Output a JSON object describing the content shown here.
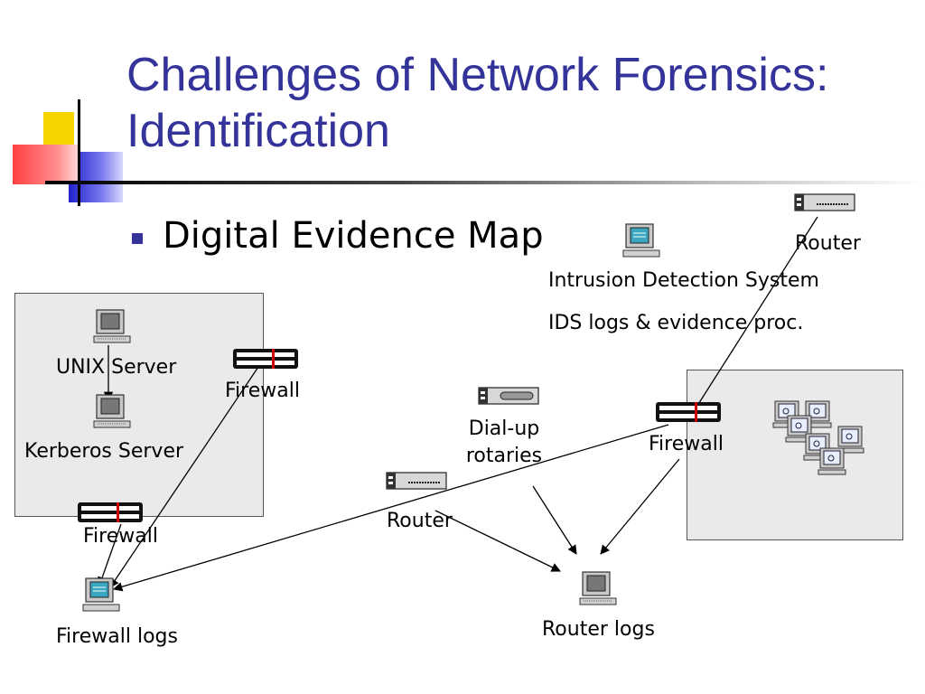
{
  "slide": {
    "title_line1": "Challenges of Network Forensics:",
    "title_line2": "Identification",
    "bullet": "Digital Evidence Map"
  },
  "labels": {
    "unix_server": "UNIX Server",
    "kerberos_server": "Kerberos Server",
    "firewall_left_top": "Firewall",
    "firewall_left_bottom": "Firewall",
    "firewall_logs": "Firewall logs",
    "dialup_line1": "Dial-up",
    "dialup_line2": "rotaries",
    "router_center": "Router",
    "router_logs": "Router logs",
    "firewall_right": "Firewall",
    "router_top": "Router",
    "ids": "Intrusion Detection System",
    "ids_logs": "IDS logs & evidence proc."
  },
  "colors": {
    "title": "#333399",
    "panel": "#eaeaea",
    "firewall_stripe": "#cc0000"
  },
  "icons": [
    "computer-icon",
    "firewall-icon",
    "router-icon",
    "modem-icon",
    "workstation-cluster-icon"
  ]
}
